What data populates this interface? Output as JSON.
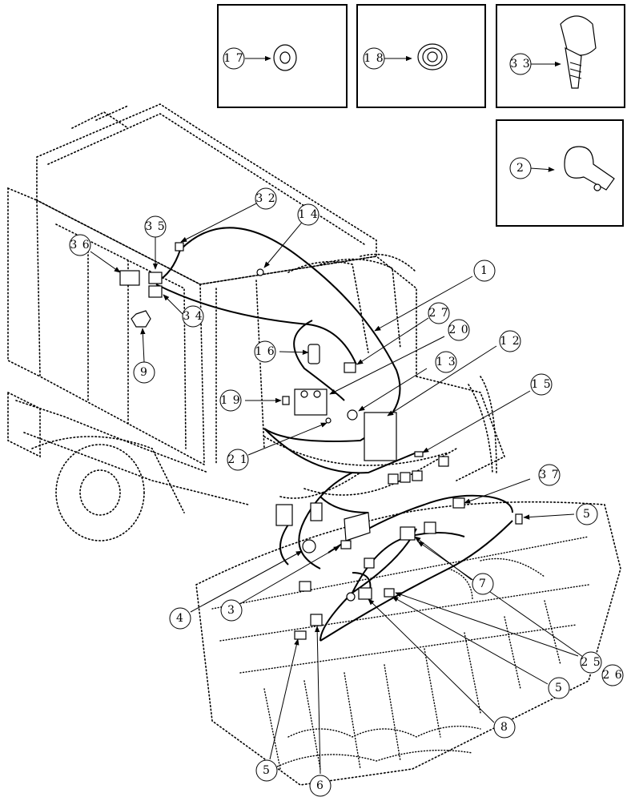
{
  "callouts": [
    {
      "label": "1 7"
    },
    {
      "label": "1 8"
    },
    {
      "label": "3 3"
    },
    {
      "label": "2"
    },
    {
      "label": "3 2"
    },
    {
      "label": "1 4"
    },
    {
      "label": "3 5"
    },
    {
      "label": "3 6"
    },
    {
      "label": "3 4"
    },
    {
      "label": "9"
    },
    {
      "label": "1"
    },
    {
      "label": "2 7"
    },
    {
      "label": "2 0"
    },
    {
      "label": "1 6"
    },
    {
      "label": "1 2"
    },
    {
      "label": "1 3"
    },
    {
      "label": "1 9"
    },
    {
      "label": "1 5"
    },
    {
      "label": "2 1"
    },
    {
      "label": "3 7"
    },
    {
      "label": "5"
    },
    {
      "label": "7"
    },
    {
      "label": "4"
    },
    {
      "label": "3"
    },
    {
      "label": "2 5"
    },
    {
      "label": "2 6"
    },
    {
      "label": "5"
    },
    {
      "label": "8"
    },
    {
      "label": "5"
    },
    {
      "label": "6"
    }
  ]
}
